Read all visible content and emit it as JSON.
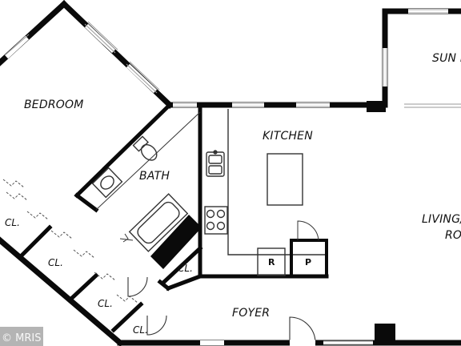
{
  "colors": {
    "wall": "#0a0a0a",
    "window": "#9a9a9a",
    "fixture": "#333333",
    "background": "#ffffff"
  },
  "rooms": {
    "bedroom": "BEDROOM",
    "bath": "BATH",
    "kitchen": "KITCHEN",
    "sun_room": "SUN R",
    "living_line1": "LIVING/",
    "living_line2": "RO",
    "foyer": "FOYER",
    "closet": "CL.",
    "refrigerator": "R",
    "pantry": "P"
  },
  "watermark": "© MRIS"
}
